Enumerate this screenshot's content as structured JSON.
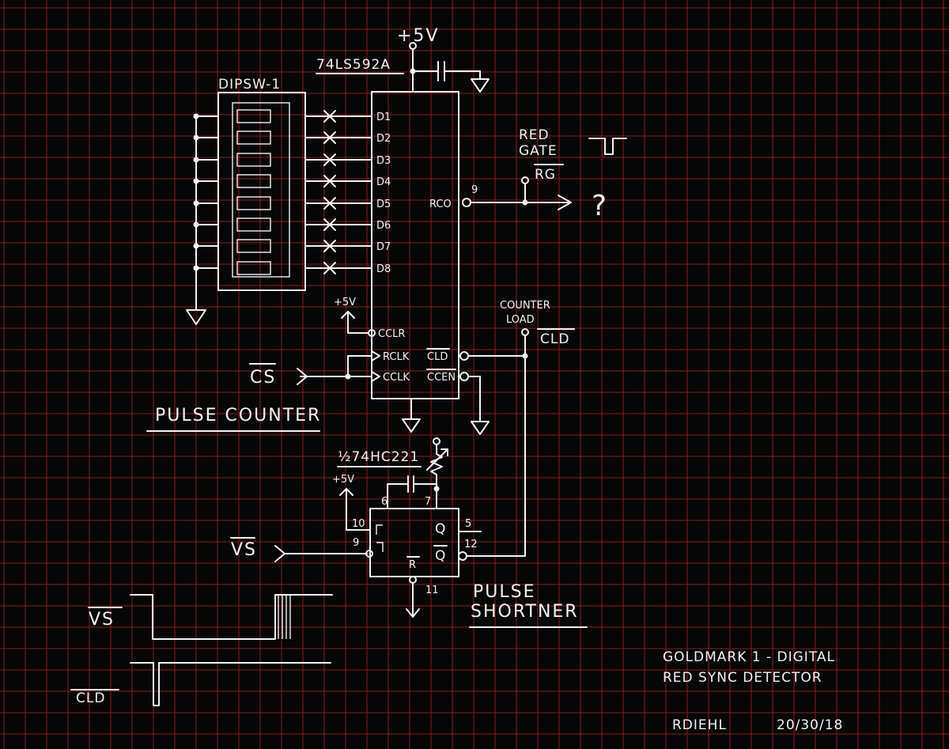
{
  "labels": {
    "vcc_top": "+5V",
    "chip_counter": "74LS592A",
    "dip_switch": "DIPSW-1",
    "data_pins": [
      "D1",
      "D2",
      "D3",
      "D4",
      "D5",
      "D6",
      "D7",
      "D8"
    ],
    "rco": "RCO",
    "rco_pin": "9",
    "red_gate_1": "RED",
    "red_gate_2": "GATE",
    "rg": "RG",
    "question": "?",
    "vcc_cclr": "+5V",
    "cclr": "CCLR",
    "rclk": "RCLK",
    "cclk": "CCLK",
    "cld_pin": "CLD",
    "ccen_pin": "CCEN",
    "counter_load_1": "COUNTER",
    "counter_load_2": "LOAD",
    "cld_net": "CLD",
    "cs": "CS",
    "pulse_counter": "PULSE COUNTER",
    "chip_oneshot": "½74HC221",
    "vcc_oneshot": "+5V",
    "pin_6": "6",
    "pin_7": "7",
    "pin_10": "10",
    "pin_9": "9",
    "pin_5": "5",
    "pin_12": "12",
    "pin_11": "11",
    "q": "Q",
    "q_bar": "Q",
    "r": "R",
    "vs_input": "VS",
    "pulse_shortner_1": "PULSE",
    "pulse_shortner_2": "SHORTNER",
    "vs_wave": "VS",
    "cld_wave": "CLD",
    "title_1": "GOLDMARK 1 - DIGITAL",
    "title_2": "RED SYNC DETECTOR",
    "author": "RDIEHL",
    "date": "20/30/18"
  },
  "colors": {
    "background": "#060606",
    "grid": "#8a1c1c",
    "ink": "#f2f2f2"
  }
}
